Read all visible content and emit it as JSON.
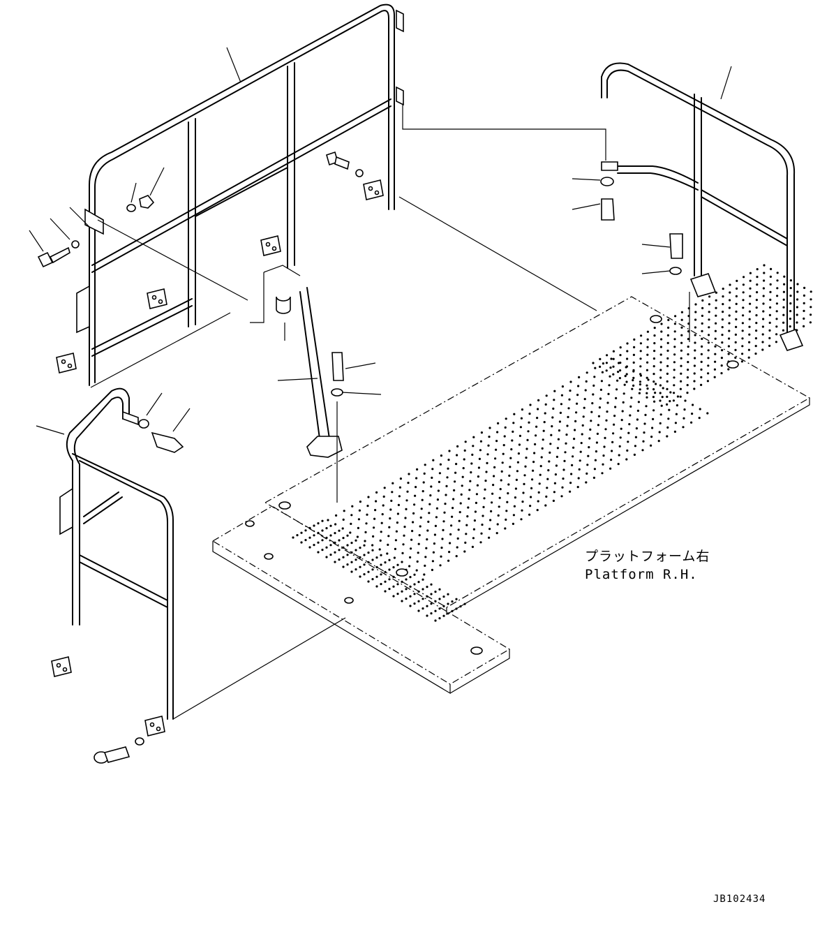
{
  "callout": {
    "name_jp": "プラットフォーム右",
    "name_en": "Platform R.H."
  },
  "drawing_number": "JB102434"
}
